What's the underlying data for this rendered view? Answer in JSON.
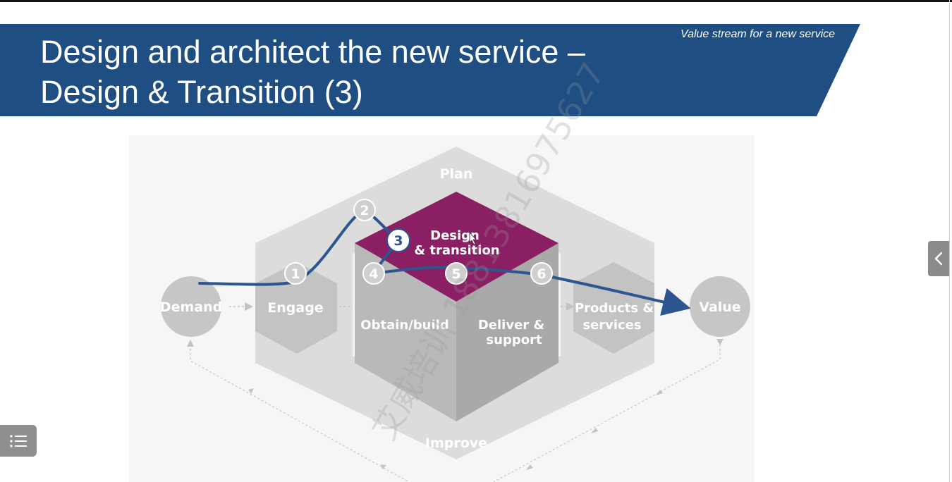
{
  "slide": {
    "title_line1": "Design and architect the new service –",
    "title_line2": "Design & Transition (3)",
    "subtitle": "Value stream for a new service",
    "watermark": "艾威培训 18813816975627"
  },
  "diagram": {
    "plan": "Plan",
    "improve": "Improve",
    "demand": "Demand",
    "engage": "Engage",
    "design_line1": "Design",
    "design_line2": "& transition",
    "obtain": "Obtain/build",
    "deliver_line1": "Deliver &",
    "deliver_line2": "support",
    "products_line1": "Products &",
    "products_line2": "services",
    "value": "Value",
    "steps": [
      "1",
      "2",
      "3",
      "4",
      "5",
      "6"
    ],
    "highlighted_step": "3"
  },
  "colors": {
    "banner": "#1f4e83",
    "design_activity": "#8b1f63",
    "value_stream": "#2c5592"
  },
  "controls": {
    "side_tab_icon": "chevron-left-icon",
    "menu_icon": "list-icon"
  }
}
